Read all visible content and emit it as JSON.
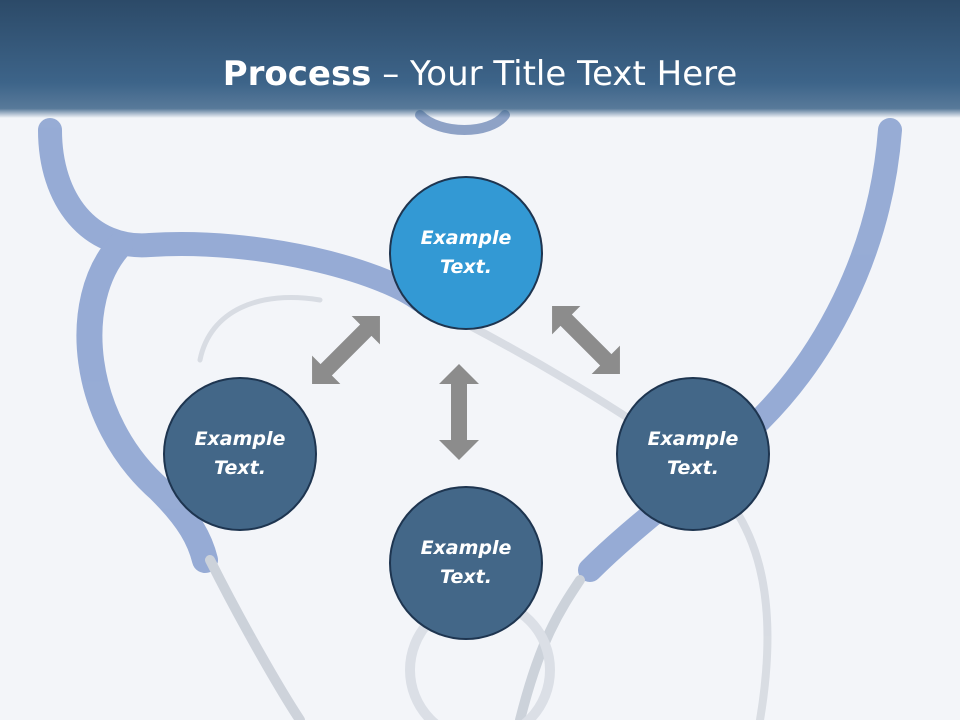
{
  "slide": {
    "title_strong": "Process",
    "title_rest": " – Your Title Text Here"
  },
  "nodes": {
    "top": "Example Text.",
    "left": "Example Text.",
    "right": "Example Text.",
    "bottom": "Example Text."
  },
  "colors": {
    "header": "#2c4a68",
    "node_accent": "#3399d4",
    "node_base": "#436788",
    "arrow": "#8c8c8c"
  }
}
